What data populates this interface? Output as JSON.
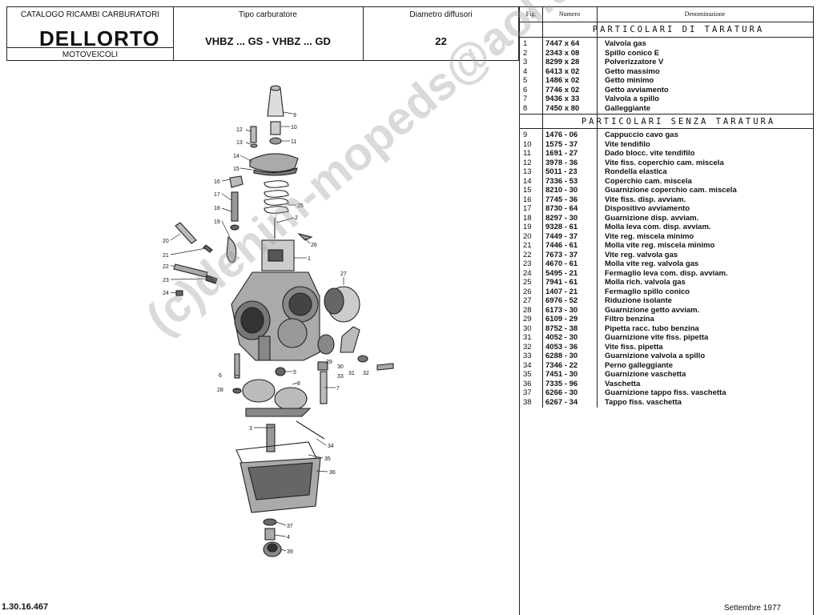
{
  "header": {
    "catalog_title": "CATALOGO RICAMBI CARBURATORI",
    "brand": "DELLORTO",
    "vehicle_class": "MOTOVEICOLI",
    "carb_type_label": "Tipo carburatore",
    "carb_model": "VHBZ ... GS  -  VHBZ ... GD",
    "diffuser_label": "Diametro diffusori",
    "diffuser_value": "22"
  },
  "table": {
    "col_fig": "Fig.",
    "col_num": "Numero",
    "col_den": "Denominazione",
    "section_calibrated": "PARTICOLARI  DI  TARATURA",
    "section_uncalibrated": "PARTICOLARI SENZA TARATURA",
    "calibrated": [
      {
        "fig": "1",
        "num": "7447 x 64",
        "den": "Valvola gas"
      },
      {
        "fig": "2",
        "num": "2343 x 08",
        "den": "Spillo conico E"
      },
      {
        "fig": "3",
        "num": "8299 x 28",
        "den": "Polverizzatore V"
      },
      {
        "fig": "4",
        "num": "6413 x 02",
        "den": "Getto massimo"
      },
      {
        "fig": "5",
        "num": "1486 x 02",
        "den": "Getto minimo"
      },
      {
        "fig": "6",
        "num": "7746 x 02",
        "den": "Getto avviamento"
      },
      {
        "fig": "7",
        "num": "9436 x 33",
        "den": "Valvola a spillo"
      },
      {
        "fig": "8",
        "num": "7450 x 80",
        "den": "Galleggiante"
      }
    ],
    "uncalibrated": [
      {
        "fig": "9",
        "num": "1476 - 06",
        "den": "Cappuccio cavo gas"
      },
      {
        "fig": "10",
        "num": "1575 - 37",
        "den": "Vite tendifilo"
      },
      {
        "fig": "11",
        "num": "1691 - 27",
        "den": "Dado blocc. vite tendifilo"
      },
      {
        "fig": "12",
        "num": "3978 - 36",
        "den": "Vite fiss. coperchio cam. miscela"
      },
      {
        "fig": "13",
        "num": "5011 - 23",
        "den": "Rondella elastica"
      },
      {
        "fig": "14",
        "num": "7336 - 53",
        "den": "Coperchio cam. miscela"
      },
      {
        "fig": "15",
        "num": "8210 - 30",
        "den": "Guarnizione coperchio cam. miscela"
      },
      {
        "fig": "16",
        "num": "7745 - 36",
        "den": "Vite fiss. disp. avviam."
      },
      {
        "fig": "17",
        "num": "8730 - 64",
        "den": "Dispositivo avviamento"
      },
      {
        "fig": "18",
        "num": "8297 - 30",
        "den": "Guarnizione disp. avviam."
      },
      {
        "fig": "19",
        "num": "9328 - 61",
        "den": "Molla leva com. disp. avviam."
      },
      {
        "fig": "20",
        "num": "7449 - 37",
        "den": "Vite reg. miscela minimo"
      },
      {
        "fig": "21",
        "num": "7446 - 61",
        "den": "Molla vite reg. miscela minimo"
      },
      {
        "fig": "22",
        "num": "7673 - 37",
        "den": "Vite reg. valvola gas"
      },
      {
        "fig": "23",
        "num": "4670 - 61",
        "den": "Molla vite reg. valvola gas"
      },
      {
        "fig": "24",
        "num": "5495 - 21",
        "den": "Fermaglio leva com. disp. avviam."
      },
      {
        "fig": "25",
        "num": "7941 - 61",
        "den": "Molla rich. valvola gas"
      },
      {
        "fig": "26",
        "num": "1407 - 21",
        "den": "Fermaglio spillo conico"
      },
      {
        "fig": "27",
        "num": "6976 - 52",
        "den": "Riduzione isolante"
      },
      {
        "fig": "28",
        "num": "6173 - 30",
        "den": "Guarnizione getto avviam."
      },
      {
        "fig": "29",
        "num": "6109 - 29",
        "den": "Filtro benzina"
      },
      {
        "fig": "30",
        "num": "8752 - 38",
        "den": "Pipetta racc. tubo benzina"
      },
      {
        "fig": "31",
        "num": "4052 - 30",
        "den": "Guarnizione vite fiss. pipetta"
      },
      {
        "fig": "32",
        "num": "4053 - 36",
        "den": "Vite fiss. pipetta"
      },
      {
        "fig": "33",
        "num": "6288 - 30",
        "den": "Guarnizione valvola a spillo"
      },
      {
        "fig": "34",
        "num": "7346 - 22",
        "den": "Perno galleggiante"
      },
      {
        "fig": "35",
        "num": "7451 - 30",
        "den": "Guarnizione vaschetta"
      },
      {
        "fig": "36",
        "num": "7335 - 96",
        "den": "Vaschetta"
      },
      {
        "fig": "37",
        "num": "6266 - 30",
        "den": "Guarnizione tappo fiss. vaschetta"
      },
      {
        "fig": "38",
        "num": "6267 - 34",
        "den": "Tappo fiss. vaschetta"
      }
    ]
  },
  "diagram_labels": [
    "9",
    "10",
    "11",
    "12",
    "13",
    "14",
    "15",
    "16",
    "17",
    "18",
    "19",
    "20",
    "21",
    "22",
    "23",
    "24",
    "25",
    "2",
    "26",
    "1",
    "27",
    "29",
    "30",
    "31",
    "32",
    "5",
    "33",
    "6",
    "7",
    "28",
    "8",
    "3",
    "34",
    "35",
    "36",
    "37",
    "4",
    "39"
  ],
  "footer": {
    "code": "1.30.16.467",
    "date": "Settembre 1977"
  },
  "watermark": "(c)denim-mopeds@aol.de"
}
